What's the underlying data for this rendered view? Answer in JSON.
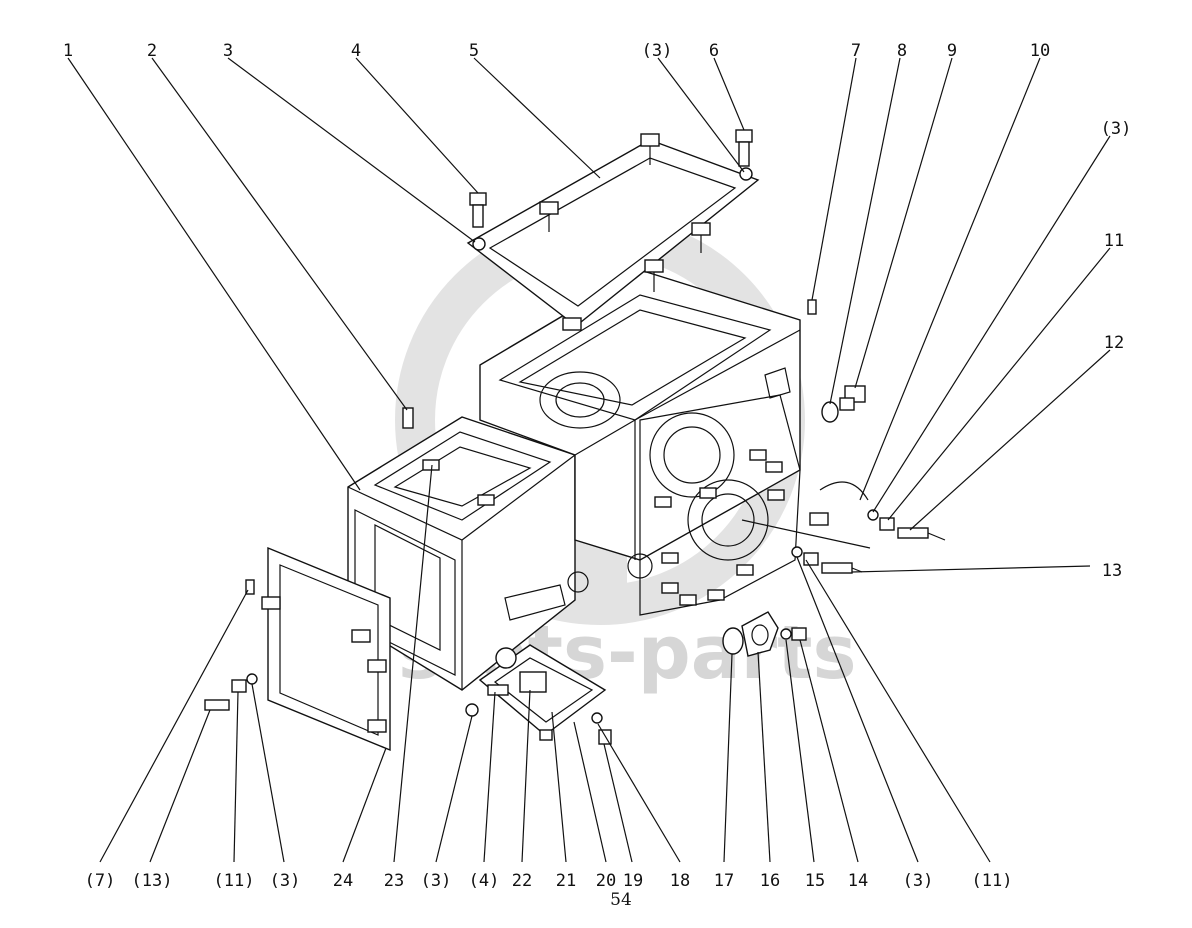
{
  "watermark": {
    "text": "stets-parts",
    "color": "#d6d6d6"
  },
  "page_number": "54",
  "top_labels": [
    "1",
    "2",
    "3",
    "4",
    "5",
    "(3)",
    "6",
    "7",
    "8",
    "9",
    "10",
    "(3)",
    "11",
    "12"
  ],
  "right_labels": [
    "13"
  ],
  "bottom_labels": [
    "(7)",
    "(13)",
    "(11)",
    "(3)",
    "24",
    "23",
    "(3)",
    "(4)",
    "22",
    "21",
    "20",
    "19",
    "18",
    "17",
    "16",
    "15",
    "14",
    "(3)",
    "(11)"
  ]
}
